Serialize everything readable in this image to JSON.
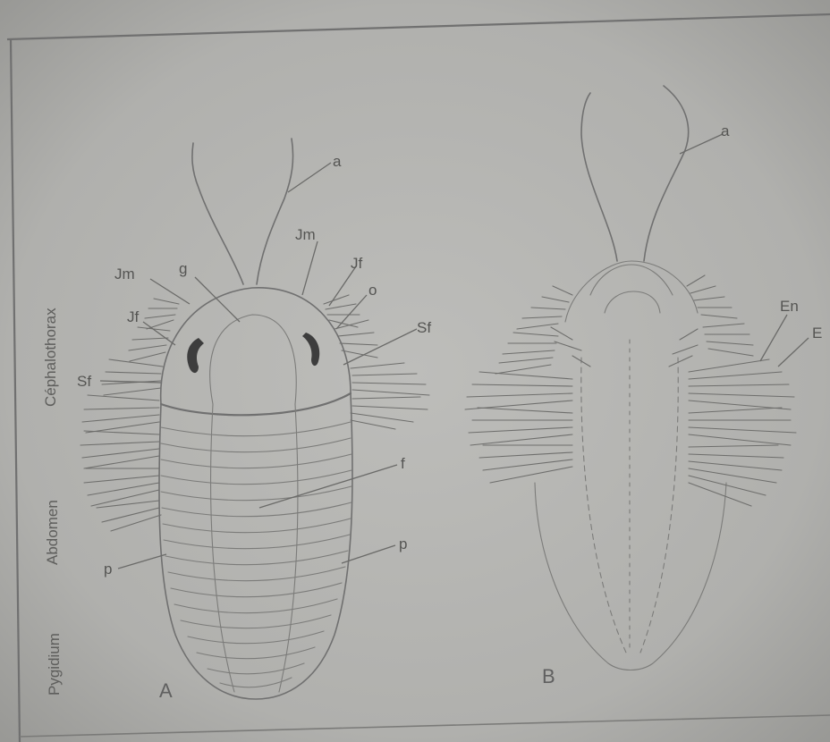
{
  "side_labels": {
    "cephalothorax": "Céphalothorax",
    "abdomen": "Abdomen",
    "pygidium": "Pygidium"
  },
  "panel_a": {
    "letter": "A",
    "labels": {
      "a": "a",
      "jm_right": "Jm",
      "jm_left": "Jm",
      "g": "g",
      "jf_right": "Jf",
      "jf_left": "Jf",
      "o": "o",
      "sf_right": "Sf",
      "sf_left": "Sf",
      "f": "f",
      "p_right": "p",
      "p_left": "p"
    }
  },
  "panel_b": {
    "letter": "B",
    "labels": {
      "a": "a",
      "en": "En",
      "e": "E"
    }
  }
}
